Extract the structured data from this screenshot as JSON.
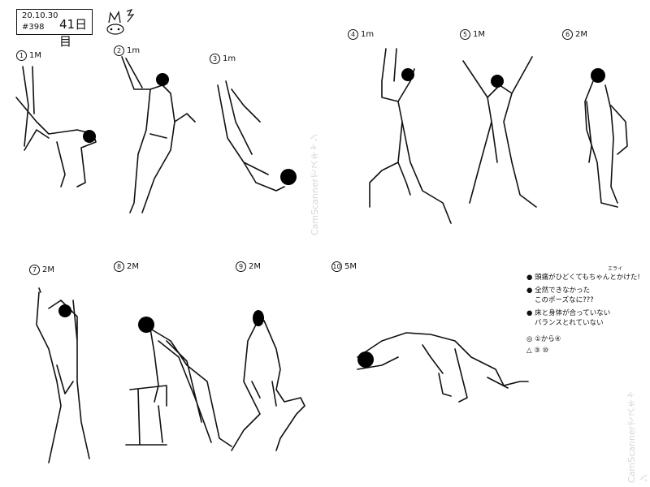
{
  "header": {
    "date": "20.10.30",
    "number": "#398",
    "day_count": "41日目"
  },
  "poses": [
    {
      "index": "1",
      "duration": "1M"
    },
    {
      "index": "2",
      "duration": "1m"
    },
    {
      "index": "3",
      "duration": "1m"
    },
    {
      "index": "4",
      "duration": "1m"
    },
    {
      "index": "5",
      "duration": "1M"
    },
    {
      "index": "6",
      "duration": "2M"
    },
    {
      "index": "7",
      "duration": "2M"
    },
    {
      "index": "8",
      "duration": "2M"
    },
    {
      "index": "9",
      "duration": "2M"
    },
    {
      "index": "10",
      "duration": "5M"
    }
  ],
  "notes": {
    "praise": "エライ",
    "lines": [
      "● 頭痛がひどくてもちゃんとかけた!",
      "● 全然できなかった",
      "このポーズなに???",
      "● 床と身体が合っていない",
      "バランスとれていない",
      "◎ ①から④",
      "△ ③ ⑩"
    ]
  },
  "watermark": "CamScannerでスキャン"
}
